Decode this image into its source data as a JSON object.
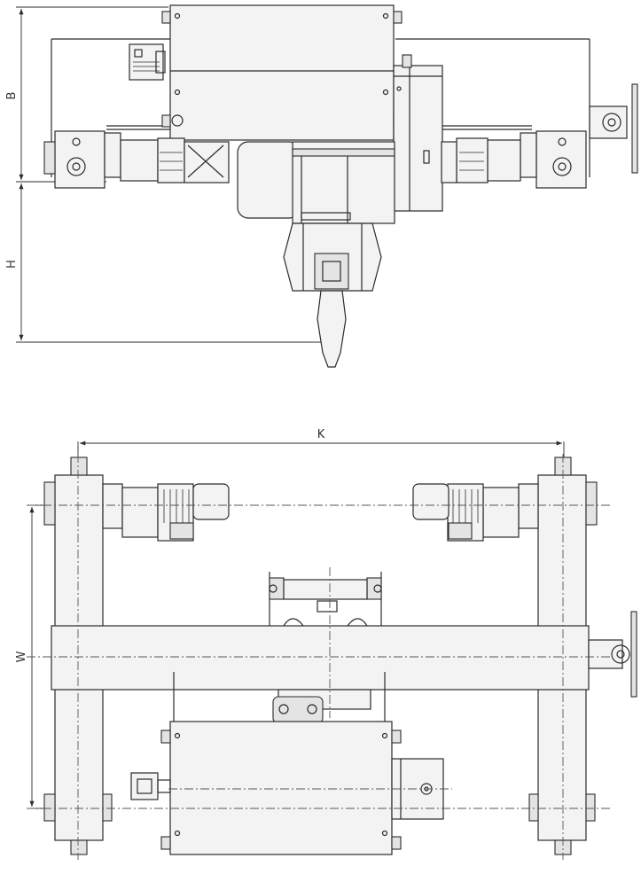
{
  "dimension_labels": {
    "B": "B",
    "H": "H",
    "K": "K",
    "W": "W"
  }
}
